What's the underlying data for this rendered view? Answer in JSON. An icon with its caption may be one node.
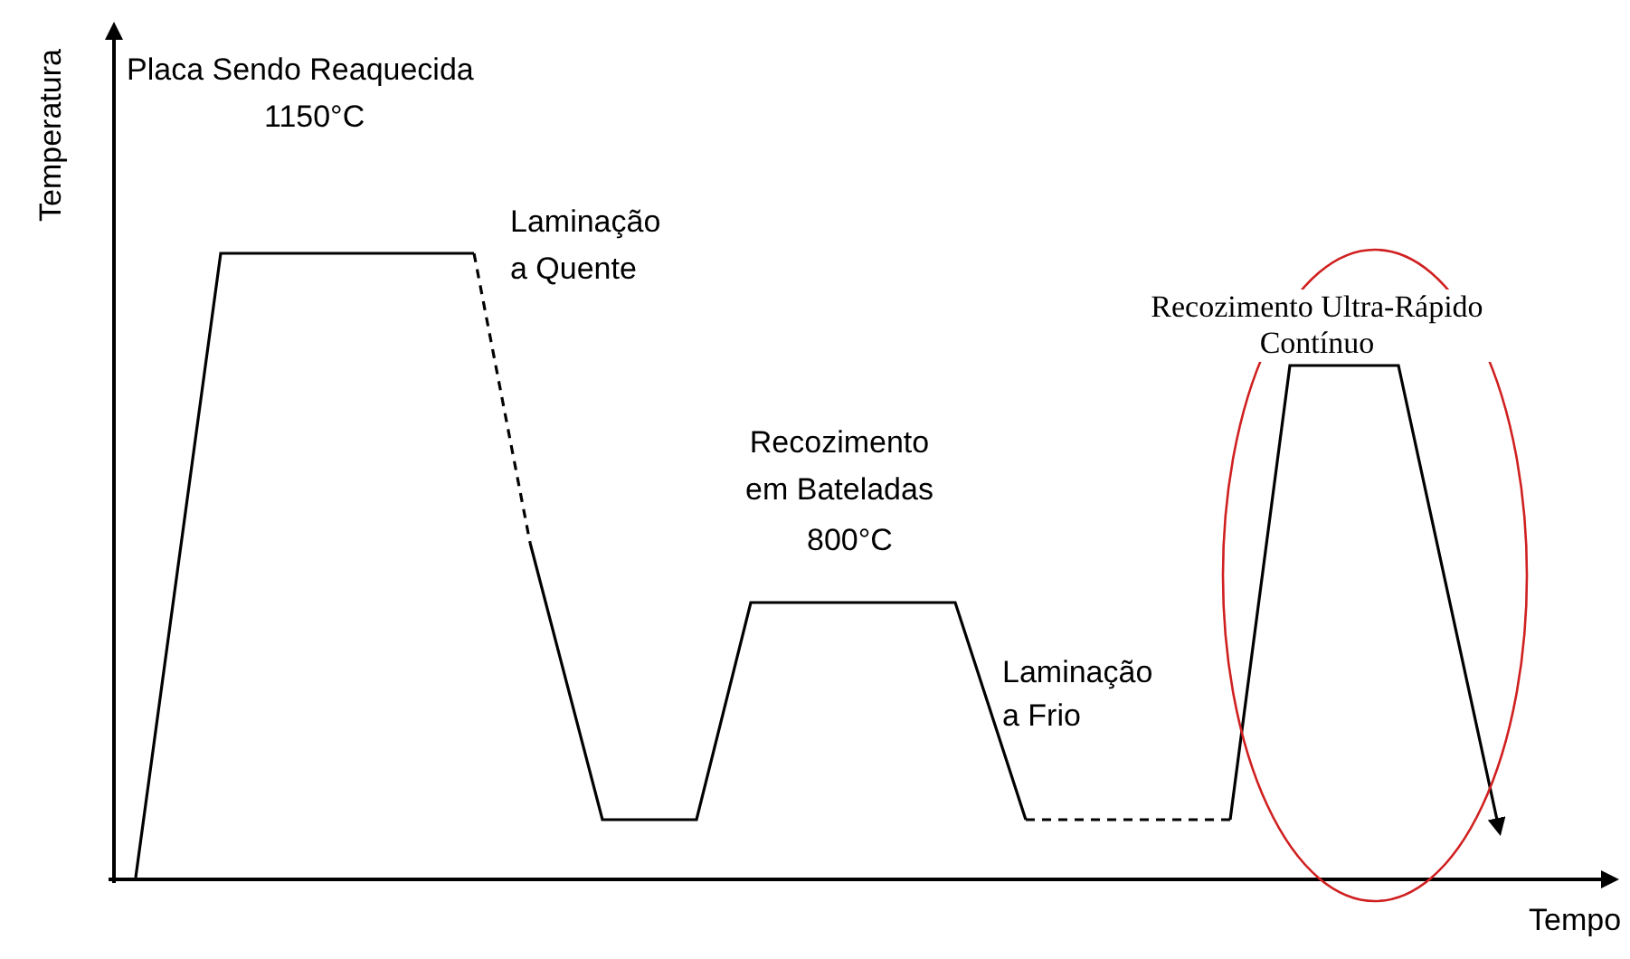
{
  "diagram": {
    "labels": [
      "Temperatura",
      "Placa Sendo Reaquecida",
      "1150°C",
      "Laminação a Quente",
      "Recozimento em Bateladas",
      "800°C",
      "Recozimento Ultra-Rápido Contínuo",
      "Laminação a Frio",
      "Tempo"
    ]
  }
}
